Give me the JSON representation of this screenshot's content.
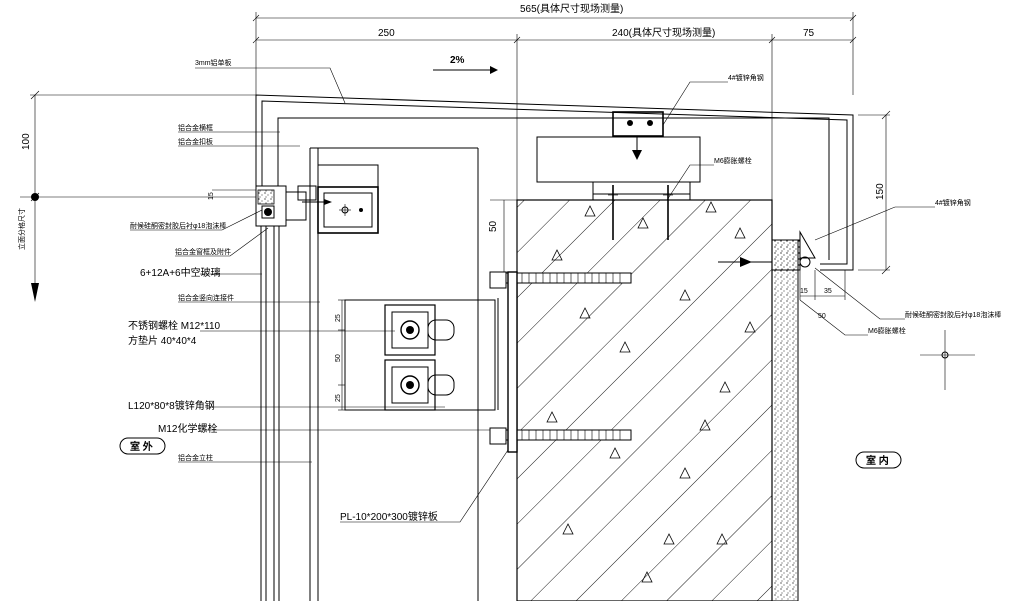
{
  "dimensions": {
    "overall": "565(具体尺寸现场测量)",
    "left": "250",
    "middle": "240(具体尺寸现场测量)",
    "right": "75",
    "d100": "100",
    "d15_top": "15",
    "d50_left": "50",
    "d150": "150",
    "d15_right": "15",
    "d35": "35",
    "d50_right": "50",
    "d25_a": "25",
    "d50_mid": "50",
    "d25_b": "25"
  },
  "slope": "2%",
  "labels": {
    "plate_3mm": "3mm铝单板",
    "angle_4a": "4#镀锌角钢",
    "bolt_m6_top": "M6膨胀螺栓",
    "angle_4b": "4#镀锌角钢",
    "sealant_right": "耐候硅酮密封胶后衬φ18泡沫棒",
    "bolt_m6_right": "M6膨胀螺栓",
    "alu_cover": "铝合金横框",
    "alu_frame": "铝合金扣板",
    "sealant_left": "耐候硅酮密封胶后衬φ18泡沫棒",
    "alu_vent": "铝合金窗框及附件",
    "glass": "6+12A+6中空玻璃",
    "alu_mullion": "铝合金竖向连接件",
    "bolt_m12": "不锈钢螺栓 M12*110",
    "gasket": "方垫片 40*40*4",
    "angle_l120": "L120*80*8镀锌角钢",
    "bolt_m12b": "M12化学螺栓",
    "alu_post": "铝合金立柱",
    "plate_pl": "PL-10*200*300镀锌板",
    "elev_axis": "立面分格尺寸",
    "outdoor": "室 外",
    "indoor": "室 内"
  }
}
